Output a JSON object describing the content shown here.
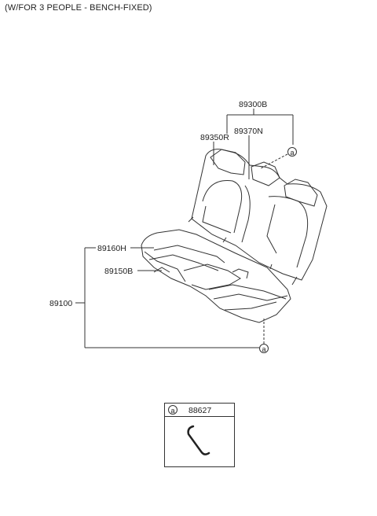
{
  "header": {
    "title": "(W/FOR 3 PEOPLE - BENCH-FIXED)"
  },
  "parts": {
    "p89300B": "89300B",
    "p89370N": "89370N",
    "p89350R": "89350R",
    "p89160H": "89160H",
    "p89150B": "89150B",
    "p89100": "89100"
  },
  "callouts": {
    "a_top": "a",
    "a_bottom": "a"
  },
  "legend": {
    "marker": "a",
    "part_number": "88627"
  }
}
